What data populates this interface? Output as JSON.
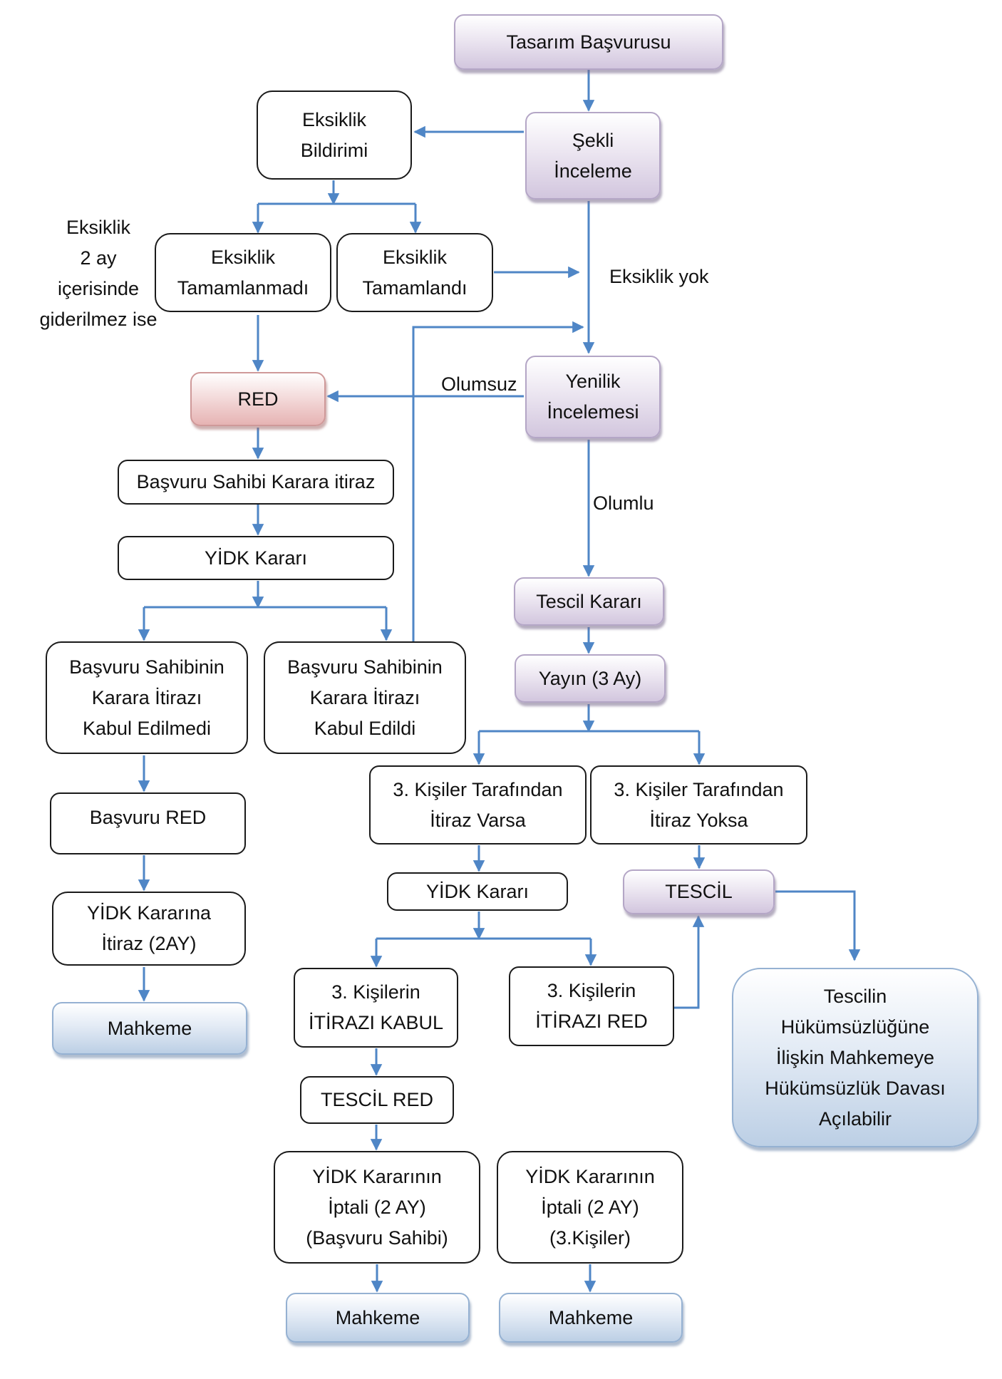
{
  "diagram": {
    "nodes": {
      "tasarim_basvurusu": [
        "Tasarım Başvurusu"
      ],
      "sekli_inceleme": [
        "Şekli",
        "İnceleme"
      ],
      "eksiklik_bildirimi": [
        "Eksiklik",
        "Bildirimi"
      ],
      "eksiklik_tamamlanmadi": [
        "Eksiklik",
        "Tamamlanmadı"
      ],
      "eksiklik_tamamlandi": [
        "Eksiklik",
        "Tamamlandı"
      ],
      "yenilik_incelemesi": [
        "Yenilik",
        "İncelemesi"
      ],
      "red": [
        "RED"
      ],
      "basvuru_sahibi_itiraz": [
        "Başvuru Sahibi Karara itiraz"
      ],
      "yidk_karari_1": [
        "YİDK Kararı"
      ],
      "itiraz_kabul_edilmedi": [
        "Başvuru Sahibinin",
        "Karara İtirazı",
        "Kabul Edilmedi"
      ],
      "itiraz_kabul_edildi": [
        "Başvuru Sahibinin",
        "Karara İtirazı",
        "Kabul Edildi"
      ],
      "basvuru_red": [
        "Başvuru RED"
      ],
      "yidk_kararina_itiraz": [
        "YİDK Kararına",
        "İtiraz (2AY)"
      ],
      "mahkeme_1": [
        "Mahkeme"
      ],
      "tescil_karari": [
        "Tescil Kararı"
      ],
      "yayin": [
        "Yayın (3 Ay)"
      ],
      "itiraz_varsa": [
        "3. Kişiler Tarafından",
        "İtiraz Varsa"
      ],
      "itiraz_yoksa": [
        "3. Kişiler Tarafından",
        "İtiraz Yoksa"
      ],
      "yidk_karari_2": [
        "YİDK Kararı"
      ],
      "tescil": [
        "TESCİL"
      ],
      "itirazi_kabul": [
        "3. Kişilerin",
        "İTİRAZI KABUL"
      ],
      "itirazi_red": [
        "3. Kişilerin",
        "İTİRAZI RED"
      ],
      "tescil_red": [
        "TESCİL RED"
      ],
      "iptal_basvuru_sahibi": [
        "YİDK Kararının",
        "İptali (2 AY)",
        "(Başvuru Sahibi)"
      ],
      "iptal_3_kisiler": [
        "YİDK Kararının",
        "İptali (2 AY)",
        "(3.Kişiler)"
      ],
      "mahkeme_2": [
        "Mahkeme"
      ],
      "mahkeme_3": [
        "Mahkeme"
      ],
      "hukumsuzluk_davasi": [
        "Tescilin",
        "Hükümsüzlüğüne",
        "İlişkin Mahkemeye",
        "Hükümsüzlük Davası",
        "Açılabilir"
      ]
    },
    "labels": {
      "eksiklik_2_ay": [
        "Eksiklik",
        "2 ay",
        "içerisinde",
        "giderilmez ise"
      ],
      "eksiklik_yok": [
        "Eksiklik yok"
      ],
      "olumsuz": [
        "Olumsuz"
      ],
      "olumlu": [
        "Olumlu"
      ]
    },
    "colors": {
      "connector": "#4f86c6",
      "process_purple": "#d2c6de",
      "reject_red": "#e6b3b3",
      "court_blue": "#bccfe5",
      "plain_border": "#1a1a1a"
    }
  }
}
